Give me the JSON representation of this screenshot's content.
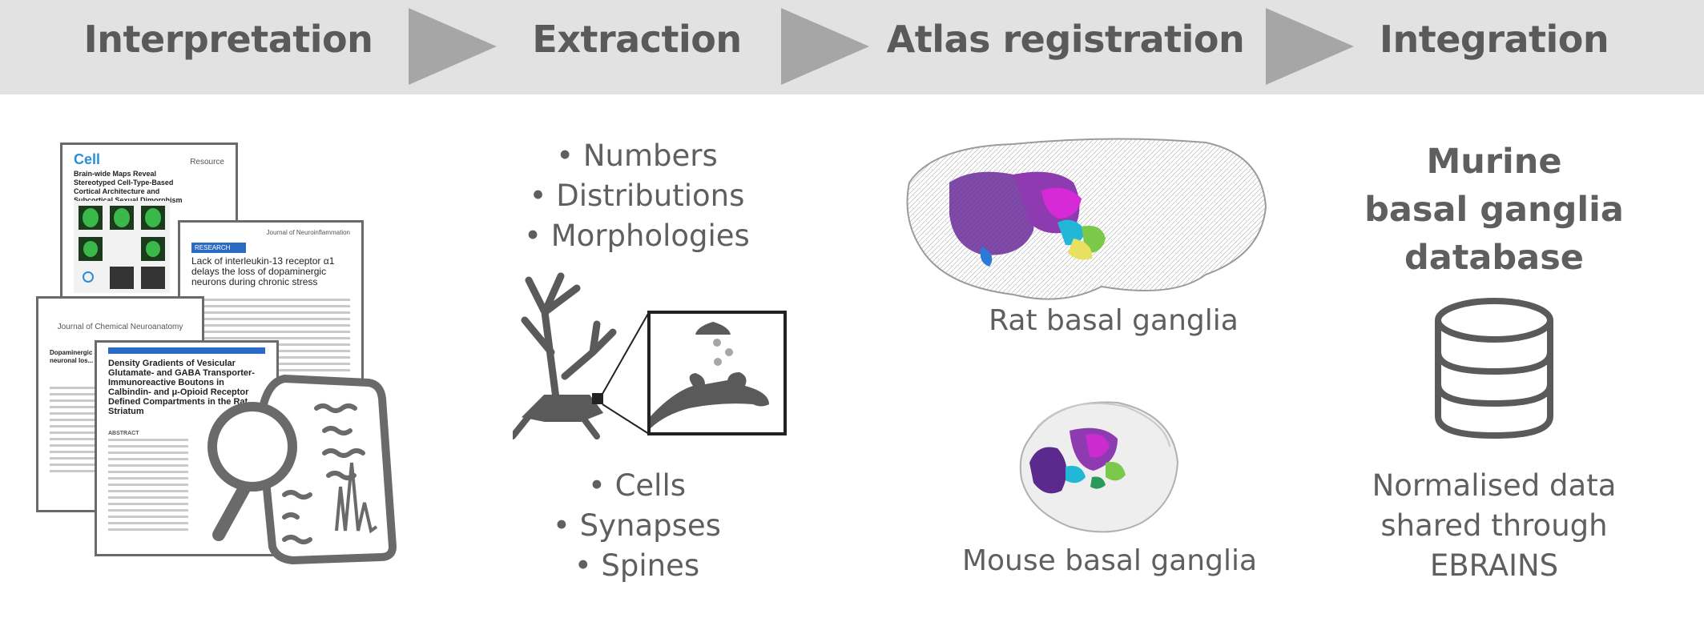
{
  "stages": [
    "Interpretation",
    "Extraction",
    "Atlas registration",
    "Integration"
  ],
  "interpretation": {
    "paper1": {
      "journal": "Cell",
      "tag": "Resource",
      "title": "Brain-wide Maps Reveal Stereotyped Cell-Type-Based Cortical Architecture and Subcortical Sexual Dimorphism"
    },
    "paper2": {
      "journal": "Journal of Neuroinflammation",
      "tag": "RESEARCH",
      "title": "Lack of interleukin-13 receptor α1 delays the loss of dopaminergic neurons during chronic stress"
    },
    "paper3": {
      "journal": "Journal of Chemical Neuroanatomy",
      "title": "Dopaminergic cell popu... affected by neuronal los..."
    },
    "paper4": {
      "title": "Density Gradients of Vesicular Glutamate- and GABA Transporter-Immunoreactive Boutons in Calbindin- and μ-Opioid Receptor Defined Compartments in the Rat Striatum",
      "section": "ABSTRACT"
    }
  },
  "extraction": {
    "top_items": [
      "• Numbers",
      "• Distributions",
      "• Morphologies"
    ],
    "bottom_items": [
      "• Cells",
      "• Synapses",
      "• Spines"
    ]
  },
  "atlas": {
    "rat_label": "Rat basal ganglia",
    "mouse_label": "Mouse basal ganglia"
  },
  "integration": {
    "title_lines": [
      "Murine",
      "basal ganglia",
      "database"
    ],
    "caption_lines": [
      "Normalised data",
      "shared through",
      "EBRAINS"
    ]
  },
  "icons": [
    "chevron-arrow-icon",
    "magnifier-icon",
    "notes-icon",
    "neuron-icon",
    "synapse-icon",
    "database-icon"
  ],
  "colors": {
    "header_bg": "#e2e2e2",
    "arrow": "#a6a6a6",
    "text": "#5f5f5f",
    "icon": "#5a5a5a",
    "purple": "#5b2a8c",
    "magenta": "#d62ad6",
    "cyan": "#22b7d6",
    "green": "#7cc84a"
  }
}
